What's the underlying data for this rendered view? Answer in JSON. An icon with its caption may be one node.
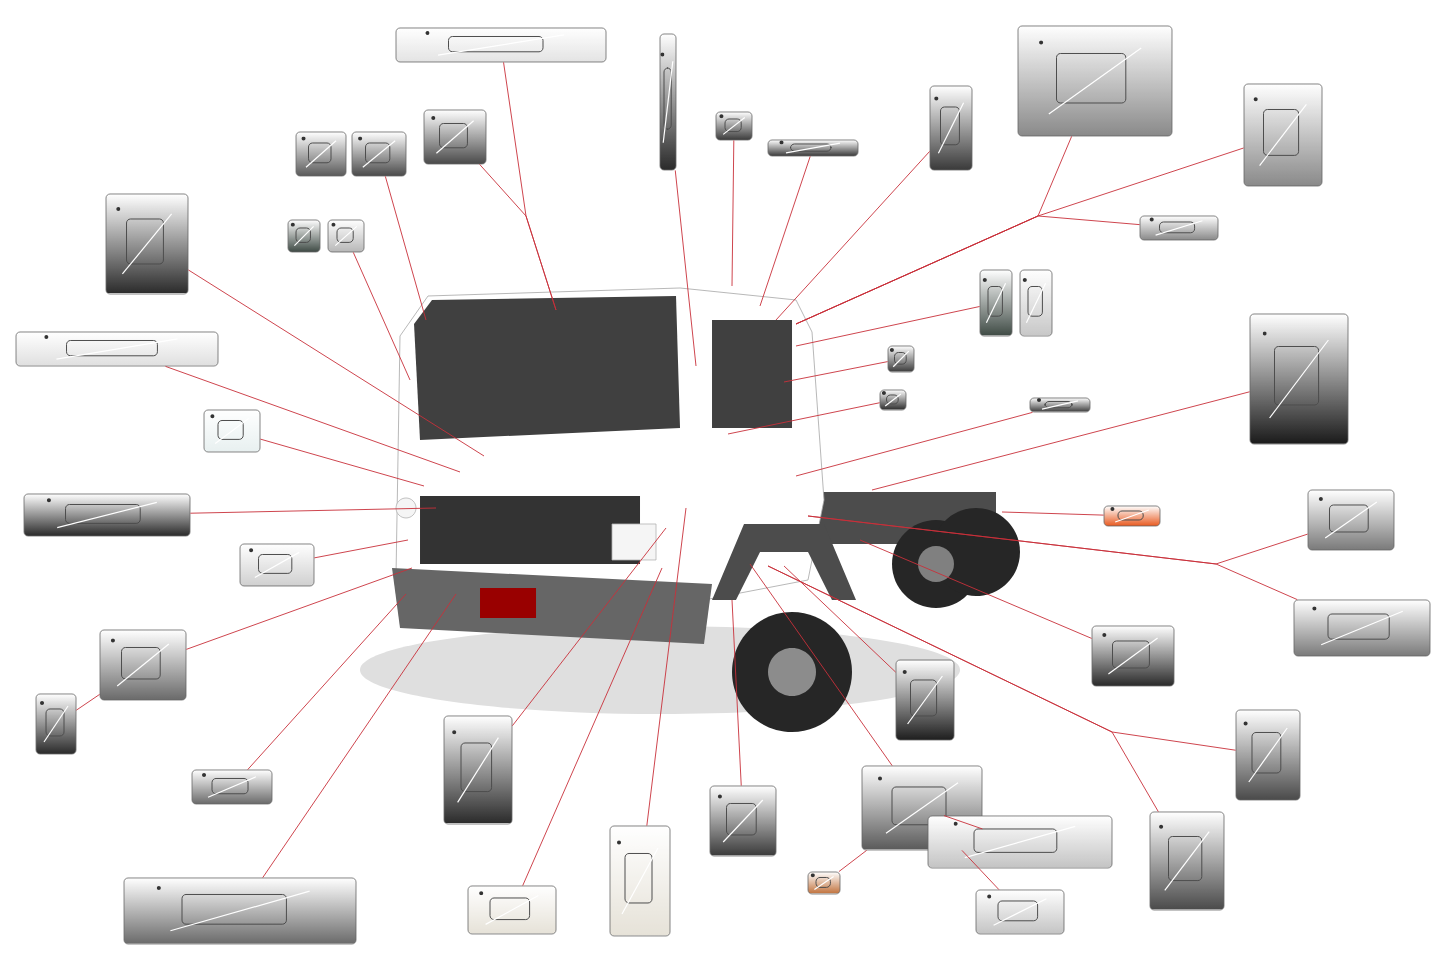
{
  "diagram": {
    "nodes": [
      {
        "text": [],
        "shape": "picture"
      },
      {
        "text": [],
        "shape": "picture"
      },
      {
        "text": [],
        "shape": "picture"
      },
      {
        "text": [],
        "shape": "picture"
      },
      {
        "text": [],
        "shape": "picture"
      },
      {
        "text": [],
        "shape": "picture"
      },
      {
        "text": [],
        "shape": "picture"
      },
      {
        "text": [],
        "shape": "picture"
      },
      {
        "text": [],
        "shape": "picture"
      },
      {
        "text": [],
        "shape": "picture"
      },
      {
        "text": [],
        "shape": "picture"
      },
      {
        "text": [],
        "shape": "picture"
      },
      {
        "text": [],
        "shape": "picture"
      },
      {
        "text": [],
        "shape": "picture"
      },
      {
        "text": [],
        "shape": "picture"
      },
      {
        "text": [],
        "shape": "picture"
      },
      {
        "text": [],
        "shape": "picture"
      },
      {
        "text": [],
        "shape": "picture"
      },
      {
        "text": [],
        "shape": "picture"
      },
      {
        "text": [],
        "shape": "picture"
      },
      {
        "text": [],
        "shape": "picture"
      },
      {
        "text": [],
        "shape": "picture"
      },
      {
        "text": [],
        "shape": "picture"
      },
      {
        "text": [],
        "shape": "picture"
      },
      {
        "text": [],
        "shape": "picture"
      },
      {
        "text": [],
        "shape": "picture"
      },
      {
        "text": [],
        "shape": "picture"
      },
      {
        "text": [],
        "shape": "picture"
      },
      {
        "text": [],
        "shape": "picture"
      },
      {
        "text": [],
        "shape": "picture"
      },
      {
        "text": [],
        "shape": "picture"
      },
      {
        "text": [],
        "shape": "picture"
      },
      {
        "text": [],
        "shape": "picture"
      },
      {
        "text": [],
        "shape": "picture"
      },
      {
        "text": [],
        "shape": "picture"
      },
      {
        "text": [],
        "shape": "picture"
      },
      {
        "text": [],
        "shape": "picture"
      },
      {
        "text": [],
        "shape": "picture"
      },
      {
        "text": [],
        "shape": "picture"
      },
      {
        "text": [],
        "shape": "picture"
      },
      {
        "text": [],
        "shape": "picture"
      },
      {
        "text": [],
        "shape": "picture"
      },
      {
        "text": [],
        "shape": "picture"
      }
    ],
    "edges": [
      {
        "from": 0,
        "to": null,
        "arrow": "none"
      },
      {
        "from": 5,
        "to": null,
        "arrow": "none"
      },
      {
        "from": 7,
        "to": null,
        "arrow": "none"
      },
      {
        "from": 13,
        "to": null,
        "arrow": "none"
      },
      {
        "from": 10,
        "to": null,
        "arrow": "none"
      },
      {
        "from": 17,
        "to": null,
        "arrow": "none"
      },
      {
        "from": 21,
        "to": null,
        "arrow": "none"
      },
      {
        "from": 22,
        "to": null,
        "arrow": "none"
      },
      {
        "from": 25,
        "to": null,
        "arrow": "none"
      },
      {
        "from": 28,
        "to": null,
        "arrow": "none"
      },
      {
        "from": 30,
        "to": 28,
        "arrow": "none"
      },
      {
        "from": 34,
        "to": null,
        "arrow": "none"
      },
      {
        "from": 40,
        "to": null,
        "arrow": "none"
      },
      {
        "from": 32,
        "to": null,
        "arrow": "none"
      },
      {
        "from": 41,
        "to": null,
        "arrow": "none"
      },
      {
        "from": 38,
        "to": null,
        "arrow": "none"
      },
      {
        "from": 35,
        "to": null,
        "arrow": "none"
      },
      {
        "from": 33,
        "to": null,
        "arrow": "none"
      },
      {
        "from": 39,
        "to": 33,
        "arrow": "none"
      },
      {
        "from": 37,
        "to": 33,
        "arrow": "none"
      },
      {
        "from": 42,
        "to": 33,
        "arrow": "none"
      },
      {
        "from": 29,
        "to": null,
        "arrow": "none"
      },
      {
        "from": 27,
        "to": null,
        "arrow": "none"
      },
      {
        "from": 31,
        "to": null,
        "arrow": "none"
      },
      {
        "from": 36,
        "to": null,
        "arrow": "none"
      },
      {
        "from": 24,
        "to": null,
        "arrow": "none"
      },
      {
        "from": 23,
        "to": null,
        "arrow": "none"
      },
      {
        "from": 26,
        "to": null,
        "arrow": "none"
      },
      {
        "from": 16,
        "to": null,
        "arrow": "none"
      },
      {
        "from": 20,
        "to": null,
        "arrow": "none"
      },
      {
        "from": 19,
        "to": null,
        "arrow": "none"
      },
      {
        "from": 18,
        "to": null,
        "arrow": "none"
      },
      {
        "from": 14,
        "to": null,
        "arrow": "none"
      },
      {
        "from": 2,
        "to": null,
        "arrow": "none"
      },
      {
        "from": 3,
        "to": null,
        "arrow": "none"
      },
      {
        "from": 11,
        "to": null,
        "arrow": "none"
      },
      {
        "from": 4,
        "to": null,
        "arrow": "none"
      },
      {
        "from": 9,
        "to": null,
        "arrow": "none"
      },
      {
        "from": 8,
        "to": null,
        "arrow": "none"
      },
      {
        "from": 1,
        "to": null,
        "arrow": "none"
      }
    ]
  }
}
